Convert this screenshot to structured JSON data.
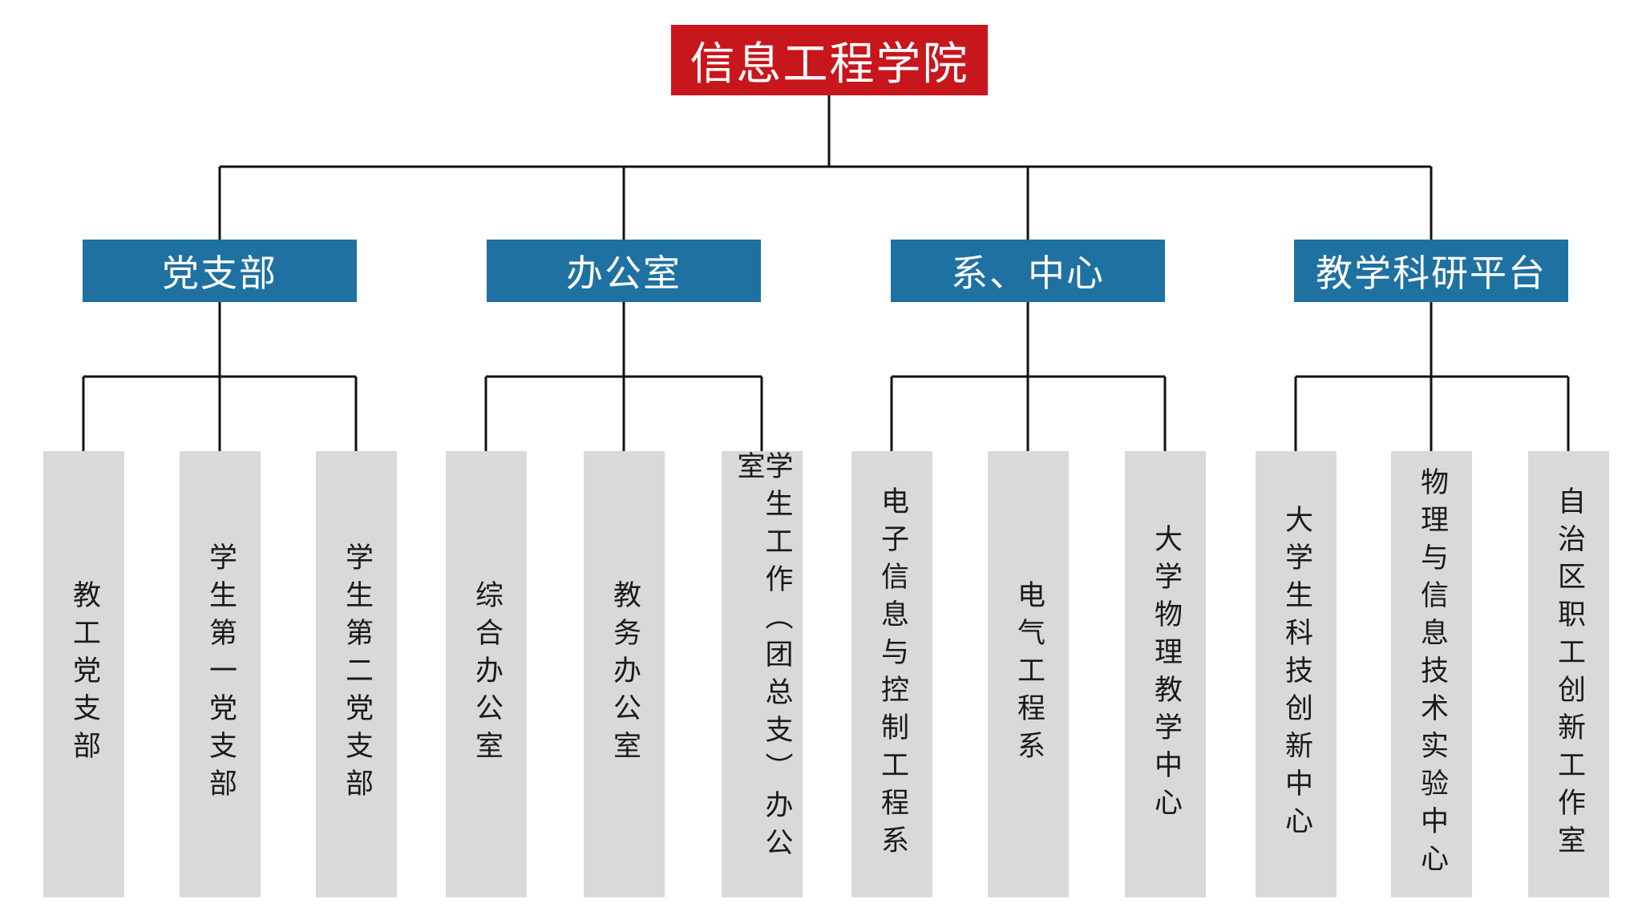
{
  "colors": {
    "root_bg": "#c8161d",
    "branch_bg": "#1f71a1",
    "leaf_bg": "#d9d9d9",
    "line": "#111111"
  },
  "root": {
    "label": "信息工程学院"
  },
  "branches": [
    {
      "label": "党支部",
      "children": [
        "教工党支部",
        "学生第一党支部",
        "学生第二党支部"
      ]
    },
    {
      "label": "办公室",
      "children": [
        "综合办公室",
        "教务办公室",
        "学生工作（团总支）办公室"
      ]
    },
    {
      "label": "系、中心",
      "children": [
        "电子信息与控制工程系",
        "电气工程系",
        "大学物理教学中心"
      ]
    },
    {
      "label": "教学科研平台",
      "children": [
        "大学生科技创新中心",
        "物理与信息技术实验中心",
        "自治区职工创新工作室"
      ]
    }
  ]
}
